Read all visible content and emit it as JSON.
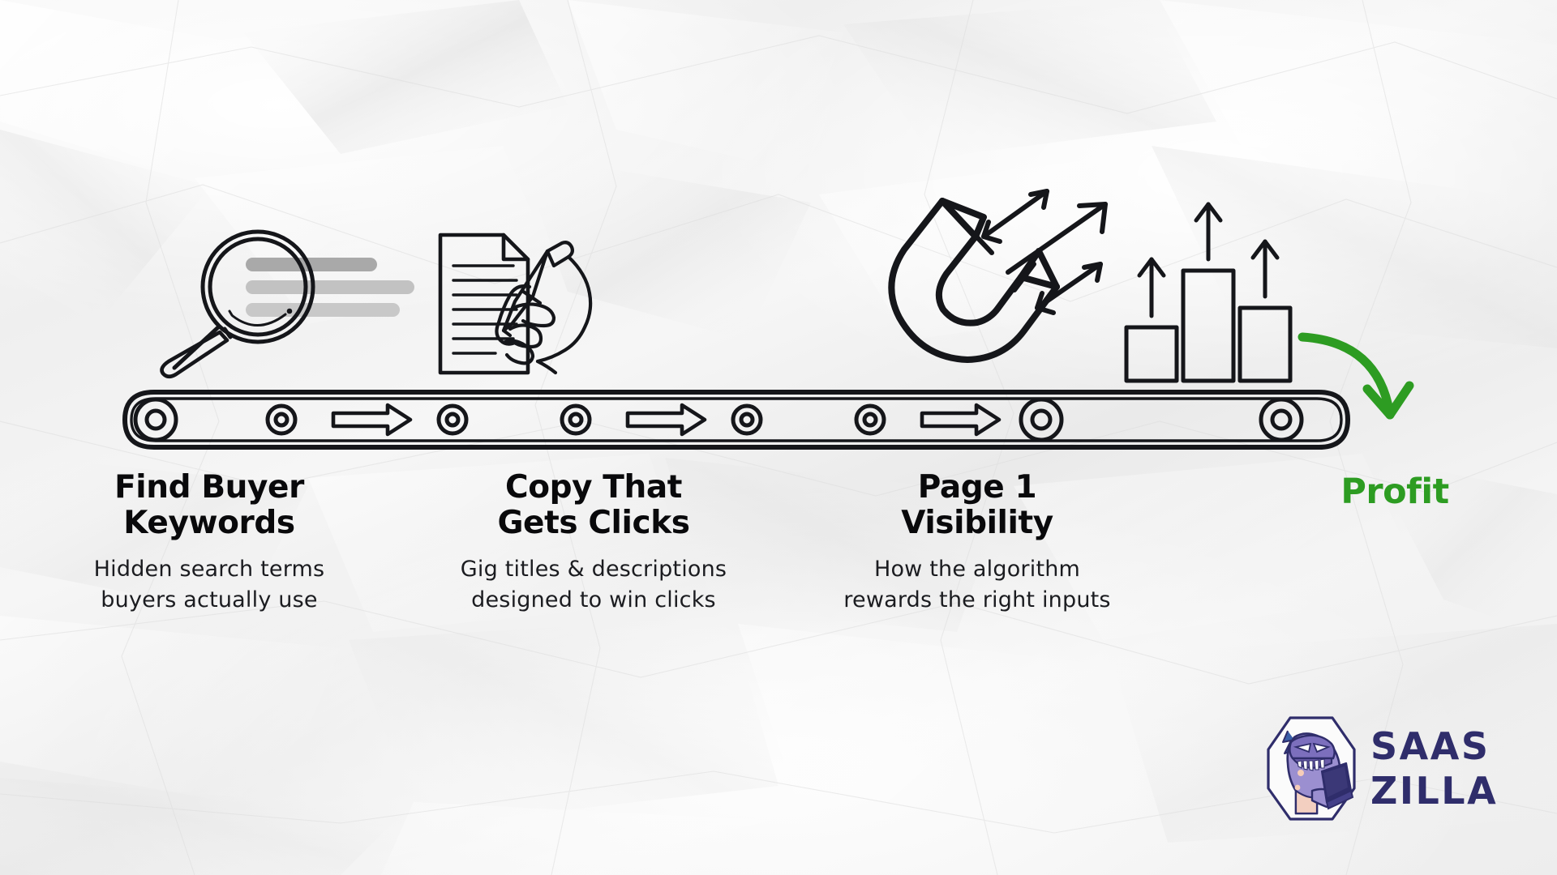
{
  "background": {
    "style": "crumpled-paper-texture",
    "base_color": "#f4f4f4"
  },
  "colors": {
    "ink": "#15161a",
    "profit_green": "#2d9c22",
    "brand_navy": "#2f2d6b",
    "brand_purple": "#9b8fd0",
    "brand_blue": "#3a5fa8",
    "muted_bar": "#b9b9b9"
  },
  "conveyor": {
    "name": "conveyor-belt",
    "roller_count": 8,
    "arrow_count": 3,
    "direction": "left-to-right"
  },
  "stages": [
    {
      "id": "find-buyer-keywords",
      "icon": "magnifying-glass-icon",
      "title": "Find Buyer\nKeywords",
      "subtitle": "Hidden search terms\nbuyers actually use"
    },
    {
      "id": "copy-that-gets-clicks",
      "icon": "document-pen-icon",
      "title": "Copy That\nGets Clicks",
      "subtitle": "Gig titles & descriptions\ndesigned to win clicks"
    },
    {
      "id": "page-1-visibility",
      "icon": "magnet-icon",
      "title": "Page 1\nVisibility",
      "subtitle": "How the algorithm\nrewards the right inputs"
    },
    {
      "id": "profit",
      "icon": "growth-bar-chart-icon",
      "title": "Profit",
      "subtitle": ""
    }
  ],
  "profit": {
    "label": "Profit",
    "arrow": "curved-down-arrow",
    "color": "#2d9c22"
  },
  "logo": {
    "name": "saas-zilla-logo",
    "line1": "SAAS",
    "line2": "ZILLA",
    "mascot": "dinosaur-with-laptop-icon"
  }
}
